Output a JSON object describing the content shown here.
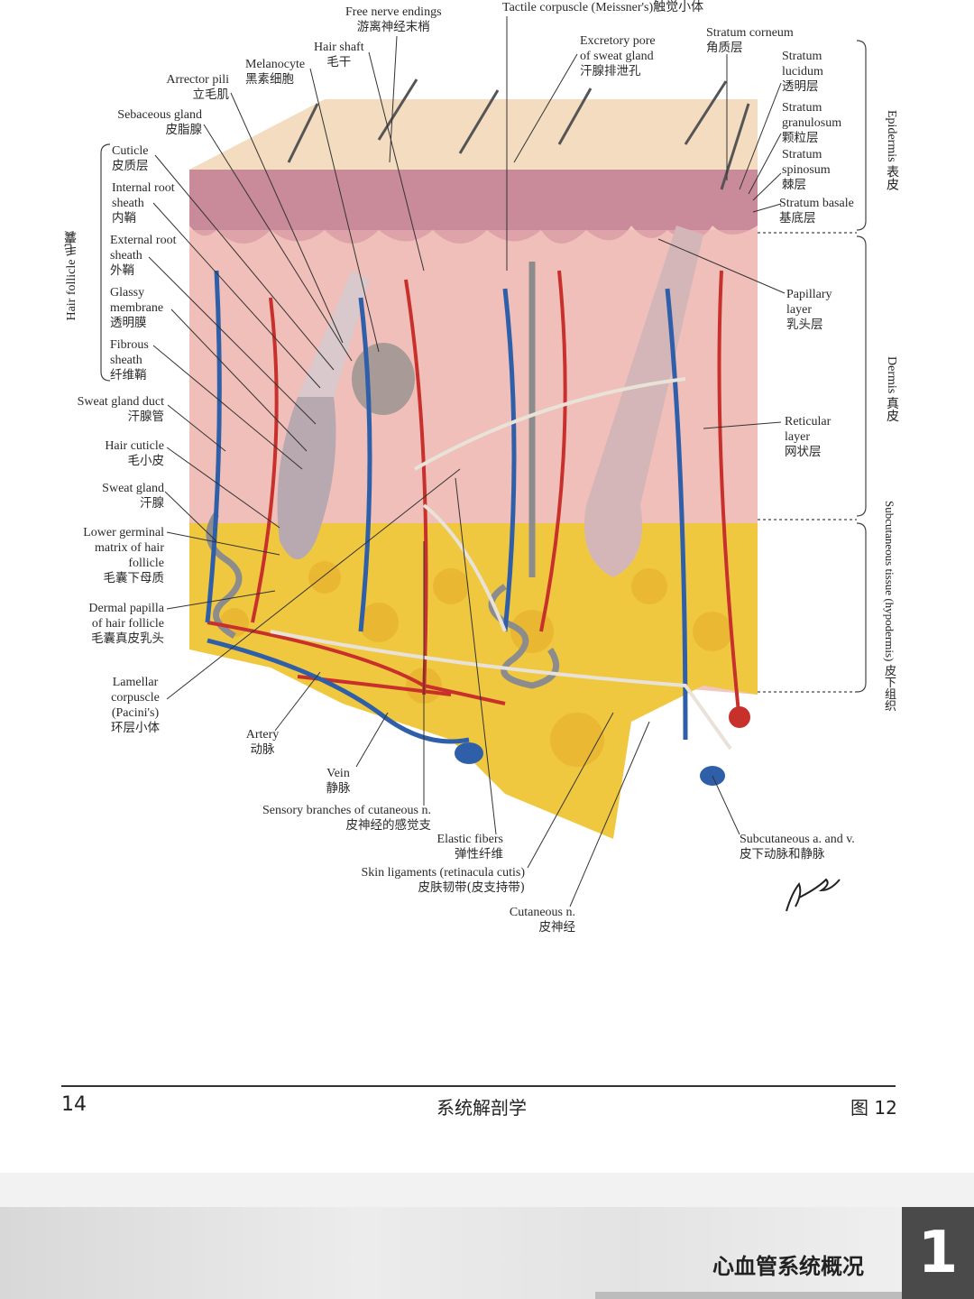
{
  "labels_left": {
    "free_nerve_endings": {
      "en": "Free nerve endings",
      "zh": "游离神经末梢"
    },
    "hair_shaft": {
      "en": "Hair shaft",
      "zh": "毛干"
    },
    "melanocyte": {
      "en": "Melanocyte",
      "zh": "黑素细胞"
    },
    "arrector_pili": {
      "en": "Arrector pili",
      "zh": "立毛肌"
    },
    "sebaceous_gland": {
      "en": "Sebaceous gland",
      "zh": "皮脂腺"
    },
    "cuticle": {
      "en": "Cuticle",
      "zh": "皮质层"
    },
    "internal_root_sheath": {
      "en1": "Internal root",
      "en2": "sheath",
      "zh": "内鞘"
    },
    "external_root_sheath": {
      "en1": "External root",
      "en2": "sheath",
      "zh": "外鞘"
    },
    "glassy_membrane": {
      "en1": "Glassy",
      "en2": "membrane",
      "zh": "透明膜"
    },
    "fibrous_sheath": {
      "en1": "Fibrous",
      "en2": "sheath",
      "zh": "纤维鞘"
    },
    "hair_follicle": {
      "en": "Hair follicle",
      "zh": "毛囊"
    },
    "sweat_gland_duct": {
      "en": "Sweat gland duct",
      "zh": "汗腺管"
    },
    "hair_cuticle": {
      "en": "Hair cuticle",
      "zh": "毛小皮"
    },
    "sweat_gland": {
      "en": "Sweat gland",
      "zh": "汗腺"
    },
    "lower_germinal": {
      "en1": "Lower germinal",
      "en2": "matrix of hair",
      "en3": "follicle",
      "zh": "毛囊下母质"
    },
    "dermal_papilla": {
      "en1": "Dermal papilla",
      "en2": "of hair follicle",
      "zh": "毛囊真皮乳头"
    },
    "lamellar_corpuscle": {
      "en1": "Lamellar",
      "en2": "corpuscle",
      "en3": "(Pacini's)",
      "zh": "环层小体"
    }
  },
  "labels_top": {
    "tactile_corpuscle": "Tactile corpuscle (Meissner's)触觉小体",
    "excretory_pore": {
      "en1": "Excretory pore",
      "en2": "of sweat gland",
      "zh": "汗腺排泄孔"
    },
    "stratum_corneum": {
      "en": "Stratum corneum",
      "zh": "角质层"
    }
  },
  "labels_right": {
    "stratum_lucidum": {
      "en1": "Stratum",
      "en2": "lucidum",
      "zh": "透明层"
    },
    "stratum_granulosum": {
      "en1": "Stratum",
      "en2": "granulosum",
      "zh": "颗粒层"
    },
    "stratum_spinosum": {
      "en1": "Stratum",
      "en2": "spinosum",
      "zh": "棘层"
    },
    "stratum_basale": {
      "en": "Stratum basale",
      "zh": "基底层"
    },
    "papillary_layer": {
      "en1": "Papillary",
      "en2": "layer",
      "zh": "乳头层"
    },
    "reticular_layer": {
      "en1": "Reticular",
      "en2": "layer",
      "zh": "网状层"
    },
    "epidermis": "Epidermis 表皮",
    "dermis": "Dermis 真皮",
    "subcutaneous": "Subcutaneous tissue (hypodermis) 皮下组织"
  },
  "labels_bottom": {
    "artery": {
      "en": "Artery",
      "zh": "动脉"
    },
    "vein": {
      "en": "Vein",
      "zh": "静脉"
    },
    "sensory_branches": {
      "en": "Sensory branches of cutaneous n.",
      "zh": "皮神经的感觉支"
    },
    "elastic_fibers": {
      "en": "Elastic fibers",
      "zh": "弹性纤维"
    },
    "skin_ligaments": {
      "en": "Skin ligaments (retinacula cutis)",
      "zh": "皮肤韧带(皮支持带)"
    },
    "cutaneous_n": {
      "en": "Cutaneous n.",
      "zh": "皮神经"
    },
    "subcutaneous_av": {
      "en": "Subcutaneous a. and v.",
      "zh": "皮下动脉和静脉"
    }
  },
  "footer": {
    "page_number": "14",
    "book_title": "系统解剖学",
    "figure_ref": "图 12"
  },
  "next_page": {
    "chapter_title": "心血管系统概况",
    "chapter_number": "1"
  },
  "colors": {
    "artery": "#c8302c",
    "vein": "#2f5fa8",
    "fat": "#f0c840",
    "dermis": "#eeb8b4",
    "epidermis": "#c98a9a"
  }
}
